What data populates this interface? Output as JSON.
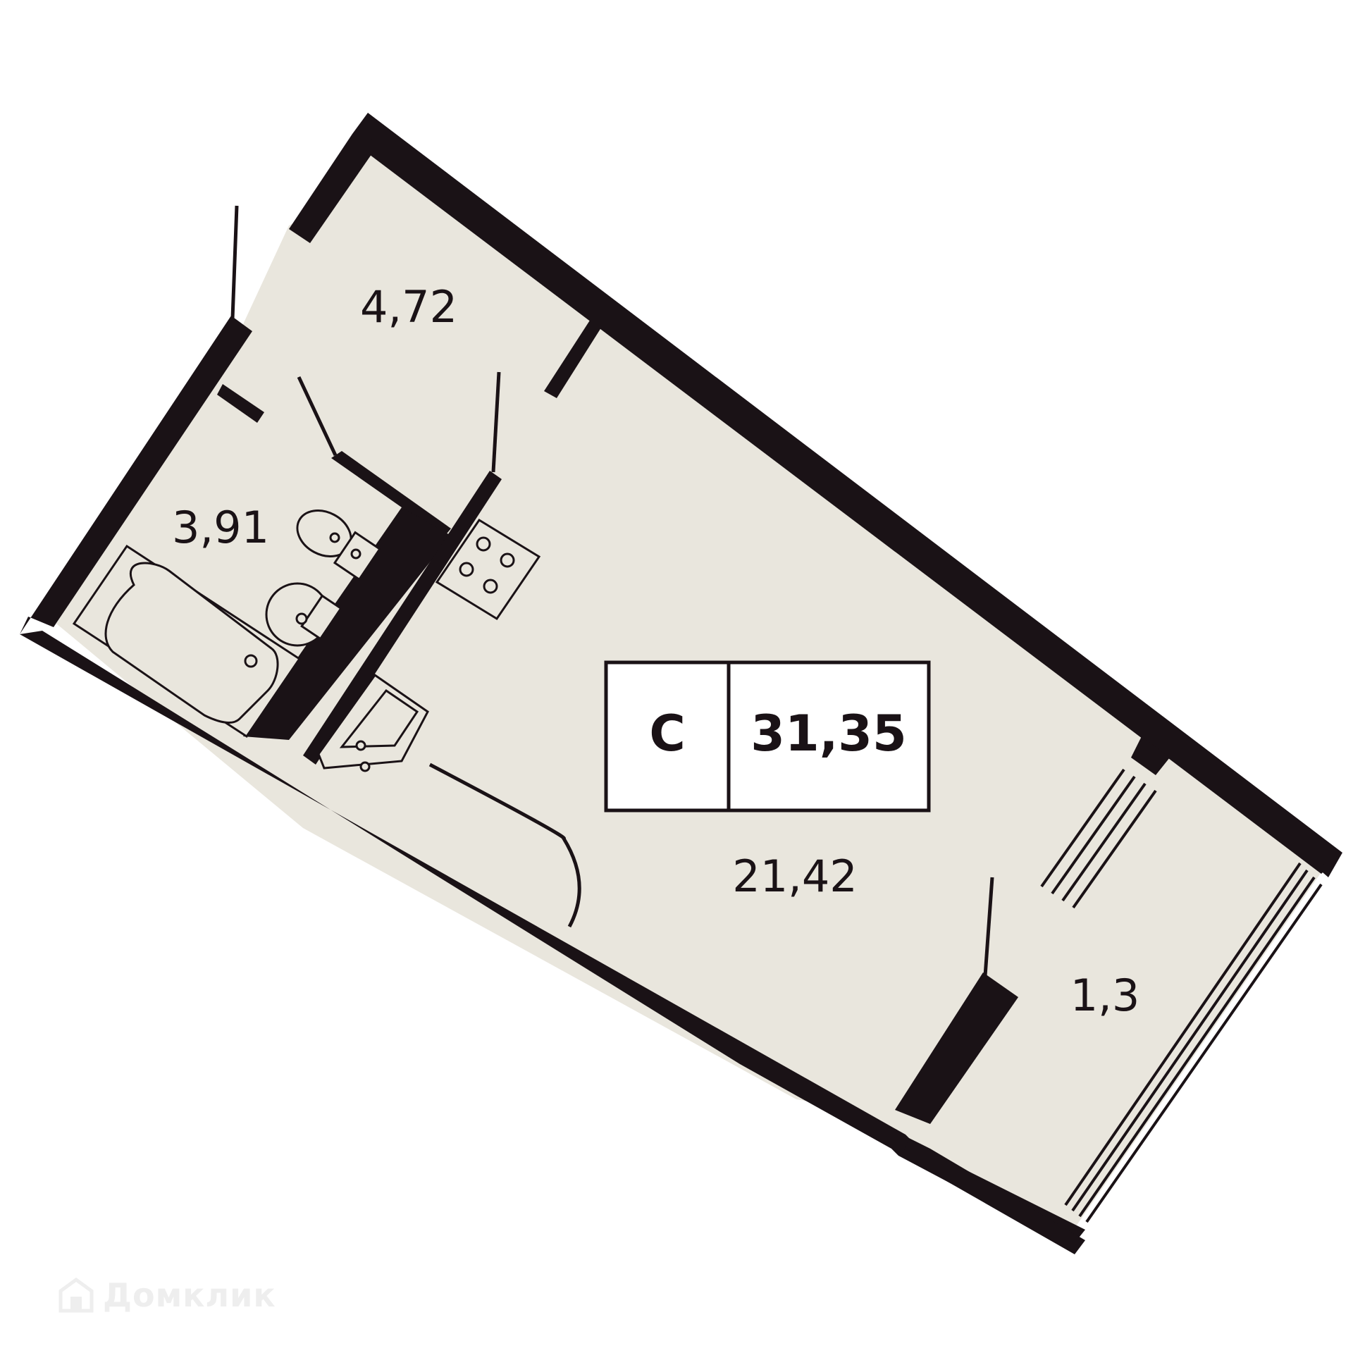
{
  "plan": {
    "rooms": [
      {
        "id": "hall",
        "area": "4,72"
      },
      {
        "id": "bathroom",
        "area": "3,91"
      },
      {
        "id": "living",
        "area": "21,42"
      },
      {
        "id": "balcony",
        "area": "1,3"
      }
    ],
    "apartment_type": "С",
    "total_area": "31,35"
  },
  "watermark": {
    "text": "Домклик"
  },
  "colors": {
    "wall": "#1a1216",
    "floor": "#e9e6dd",
    "line": "#1a1216"
  }
}
